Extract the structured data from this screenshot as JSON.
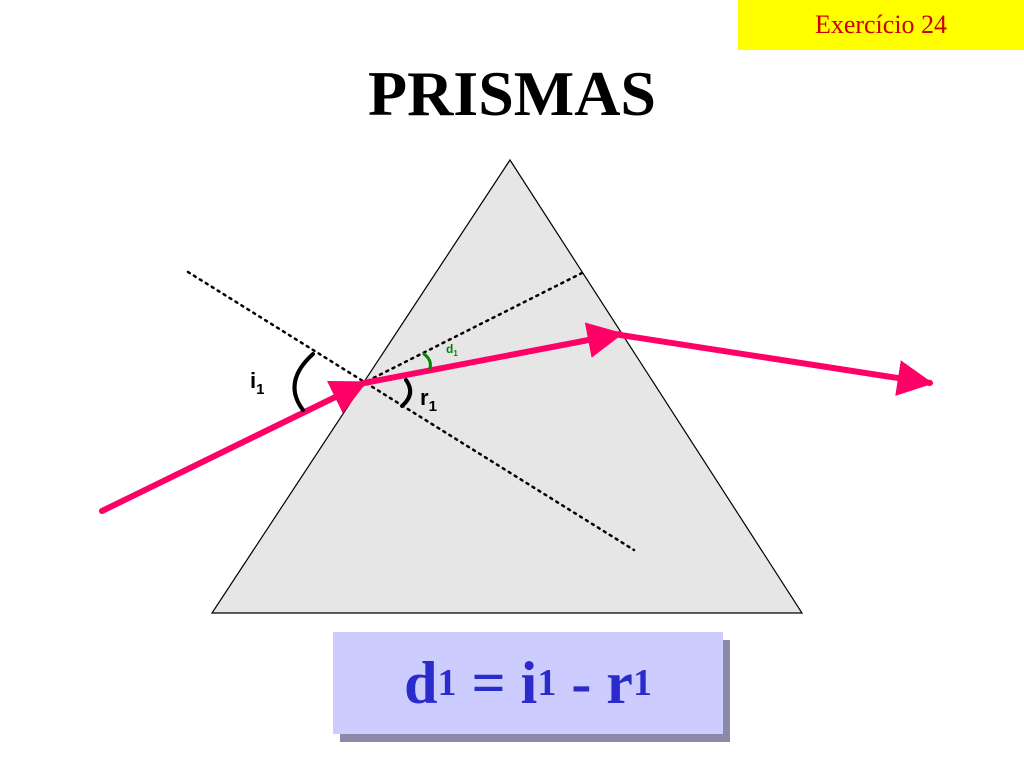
{
  "header": {
    "badge": "Exercício 24",
    "title": "PRISMAS"
  },
  "diagram": {
    "labels": {
      "incidence": "i",
      "incidence_sub": "1",
      "refraction": "r",
      "refraction_sub": "1",
      "deviation": "d",
      "deviation_sub": "1"
    },
    "colors": {
      "ray": "#ff0066",
      "prism_fill": "#e6e6e6",
      "deviation_arc": "#008800"
    }
  },
  "formula": {
    "lhs": "d",
    "lhs_sub": "1",
    "eq": " = ",
    "a": "i",
    "a_sub": "1",
    "minus": " - ",
    "b": "r",
    "b_sub": "1"
  }
}
